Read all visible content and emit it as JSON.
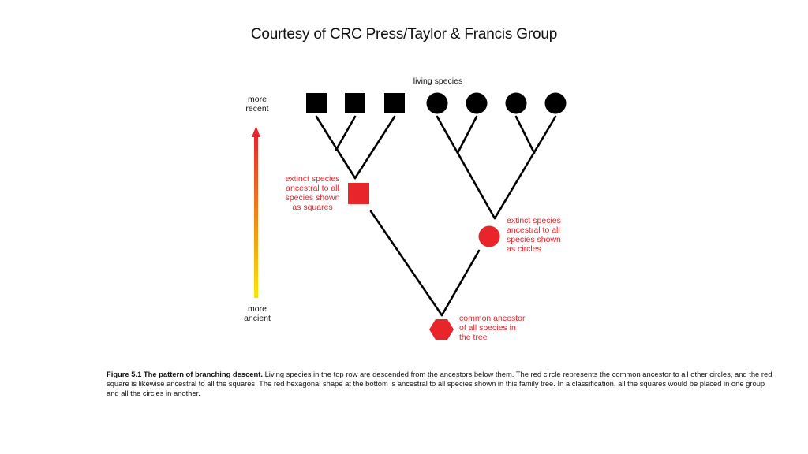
{
  "header": {
    "credit": "Courtesy of CRC Press/Taylor & Francis Group"
  },
  "diagram": {
    "living_label": "living species",
    "time_axis": {
      "top_label": "more\nrecent",
      "bottom_label": "more\nancient",
      "gradient_top_color": "#e8252b",
      "gradient_bottom_color": "#ffe400"
    },
    "square_ancestor_label": "extinct species\nancestral to all\nspecies shown\nas squares",
    "circle_ancestor_label": "extinct species\nancestral to all\nspecies shown\nas circles",
    "common_ancestor_label": "common ancestor\nof all species in\nthe tree",
    "colors": {
      "living": "#000000",
      "ancestor": "#e8252b"
    }
  },
  "caption": {
    "figure_title": "Figure 5.1 The pattern of branching descent.",
    "text": "Living species in the top row are descended from the ancestors below them. The red circle represents the common ancestor to all other circles, and the red square is likewise ancestral to all the squares. The red hexagonal shape at the bottom is ancestral to all species shown in this family tree. In a classification, all the squares would be placed in one group and all the circles in another."
  }
}
